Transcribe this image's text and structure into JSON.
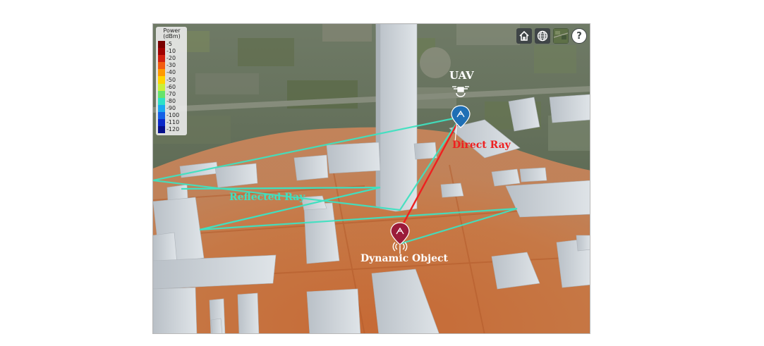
{
  "legend": {
    "title": "Power\n(dBm)",
    "levels": [
      {
        "label": "-5",
        "color": "#7a0000"
      },
      {
        "label": "-10",
        "color": "#a00000"
      },
      {
        "label": "-20",
        "color": "#d11f0e"
      },
      {
        "label": "-30",
        "color": "#f25c0f"
      },
      {
        "label": "-40",
        "color": "#ff9a00"
      },
      {
        "label": "-50",
        "color": "#ffd400"
      },
      {
        "label": "-60",
        "color": "#c8f03a"
      },
      {
        "label": "-70",
        "color": "#66e36c"
      },
      {
        "label": "-80",
        "color": "#2de0c6"
      },
      {
        "label": "-90",
        "color": "#1ba8f0"
      },
      {
        "label": "-100",
        "color": "#1460e6"
      },
      {
        "label": "-110",
        "color": "#0a28c8"
      },
      {
        "label": "-120",
        "color": "#060f8a"
      }
    ]
  },
  "toolbar": {
    "buttons": [
      {
        "icon": "home-icon"
      },
      {
        "icon": "globe-icon"
      },
      {
        "icon": "basemap-icon"
      },
      {
        "icon": "help-icon",
        "label": "?"
      }
    ]
  },
  "scene": {
    "labels": {
      "uav": "UAV",
      "direct_ray": "Direct Ray",
      "reflected_ray": "Reflected Ray",
      "dynamic_object": "Dynamic Object"
    },
    "colors": {
      "direct_ray": "#ee2020",
      "reflected_ray": "#3fe0c0",
      "coverage": "#d2763d",
      "building": "#c7cdd3",
      "uav_marker": "#1f6fb5",
      "dynamic_marker": "#9b1c3a"
    }
  }
}
